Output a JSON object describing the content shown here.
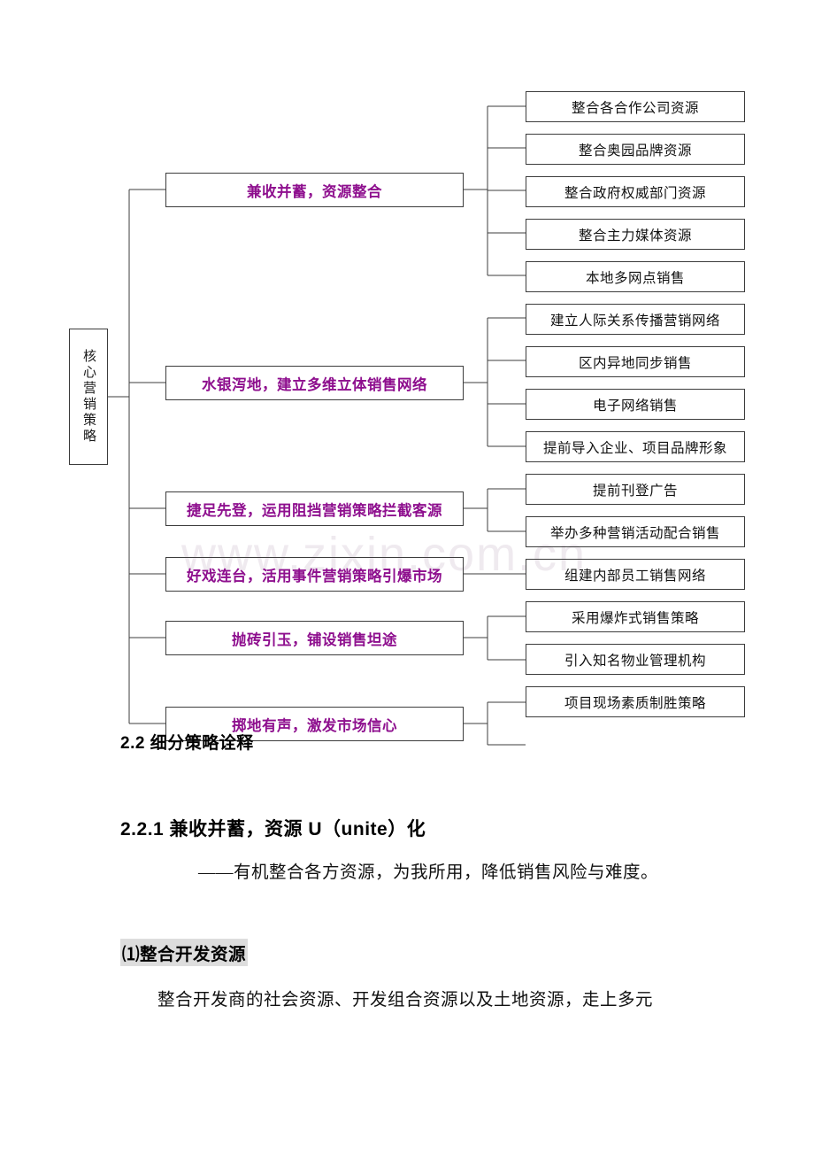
{
  "document": {
    "watermark": "www.zixin.com.cn",
    "accent_color": "#8e0f8e",
    "line_color": "#3c3c3c"
  },
  "diagram": {
    "root": {
      "label": "核心营销策略"
    },
    "branches": [
      {
        "label": "兼收并蓄，资源整合",
        "leaves": [
          "整合各合作公司资源",
          "整合奥园品牌资源",
          "整合政府权威部门资源",
          "整合主力媒体资源"
        ]
      },
      {
        "label": "水银泻地，建立多维立体销售网络",
        "leaves": [
          "本地多网点销售",
          "建立人际关系传播营销网络",
          "区内异地同步销售",
          "电子网络销售"
        ]
      },
      {
        "label": "捷足先登，运用阻挡营销策略拦截客源",
        "leaves": [
          "提前导入企业、项目品牌形象",
          "提前刊登广告"
        ]
      },
      {
        "label": "好戏连台，活用事件营销策略引爆市场",
        "leaves": [
          "举办多种营销活动配合销售"
        ]
      },
      {
        "label": "抛砖引玉，铺设销售坦途",
        "leaves": [
          "组建内部员工销售网络",
          "采用爆炸式销售策略"
        ]
      },
      {
        "label": "掷地有声，激发市场信心",
        "leaves": [
          "引入知名物业管理机构",
          "项目现场素质制胜策略"
        ]
      }
    ]
  },
  "body": {
    "heading2": "2.2 细分策略诠释",
    "heading3": "2.2.1 兼收并蓄，资源 U（unite）化",
    "lead_line": "——有机整合各方资源，为我所用，降低销售风险与难度。",
    "sub_heading": "⑴整合开发资源",
    "paragraph": "整合开发商的社会资源、开发组合资源以及土地资源，走上多元"
  }
}
